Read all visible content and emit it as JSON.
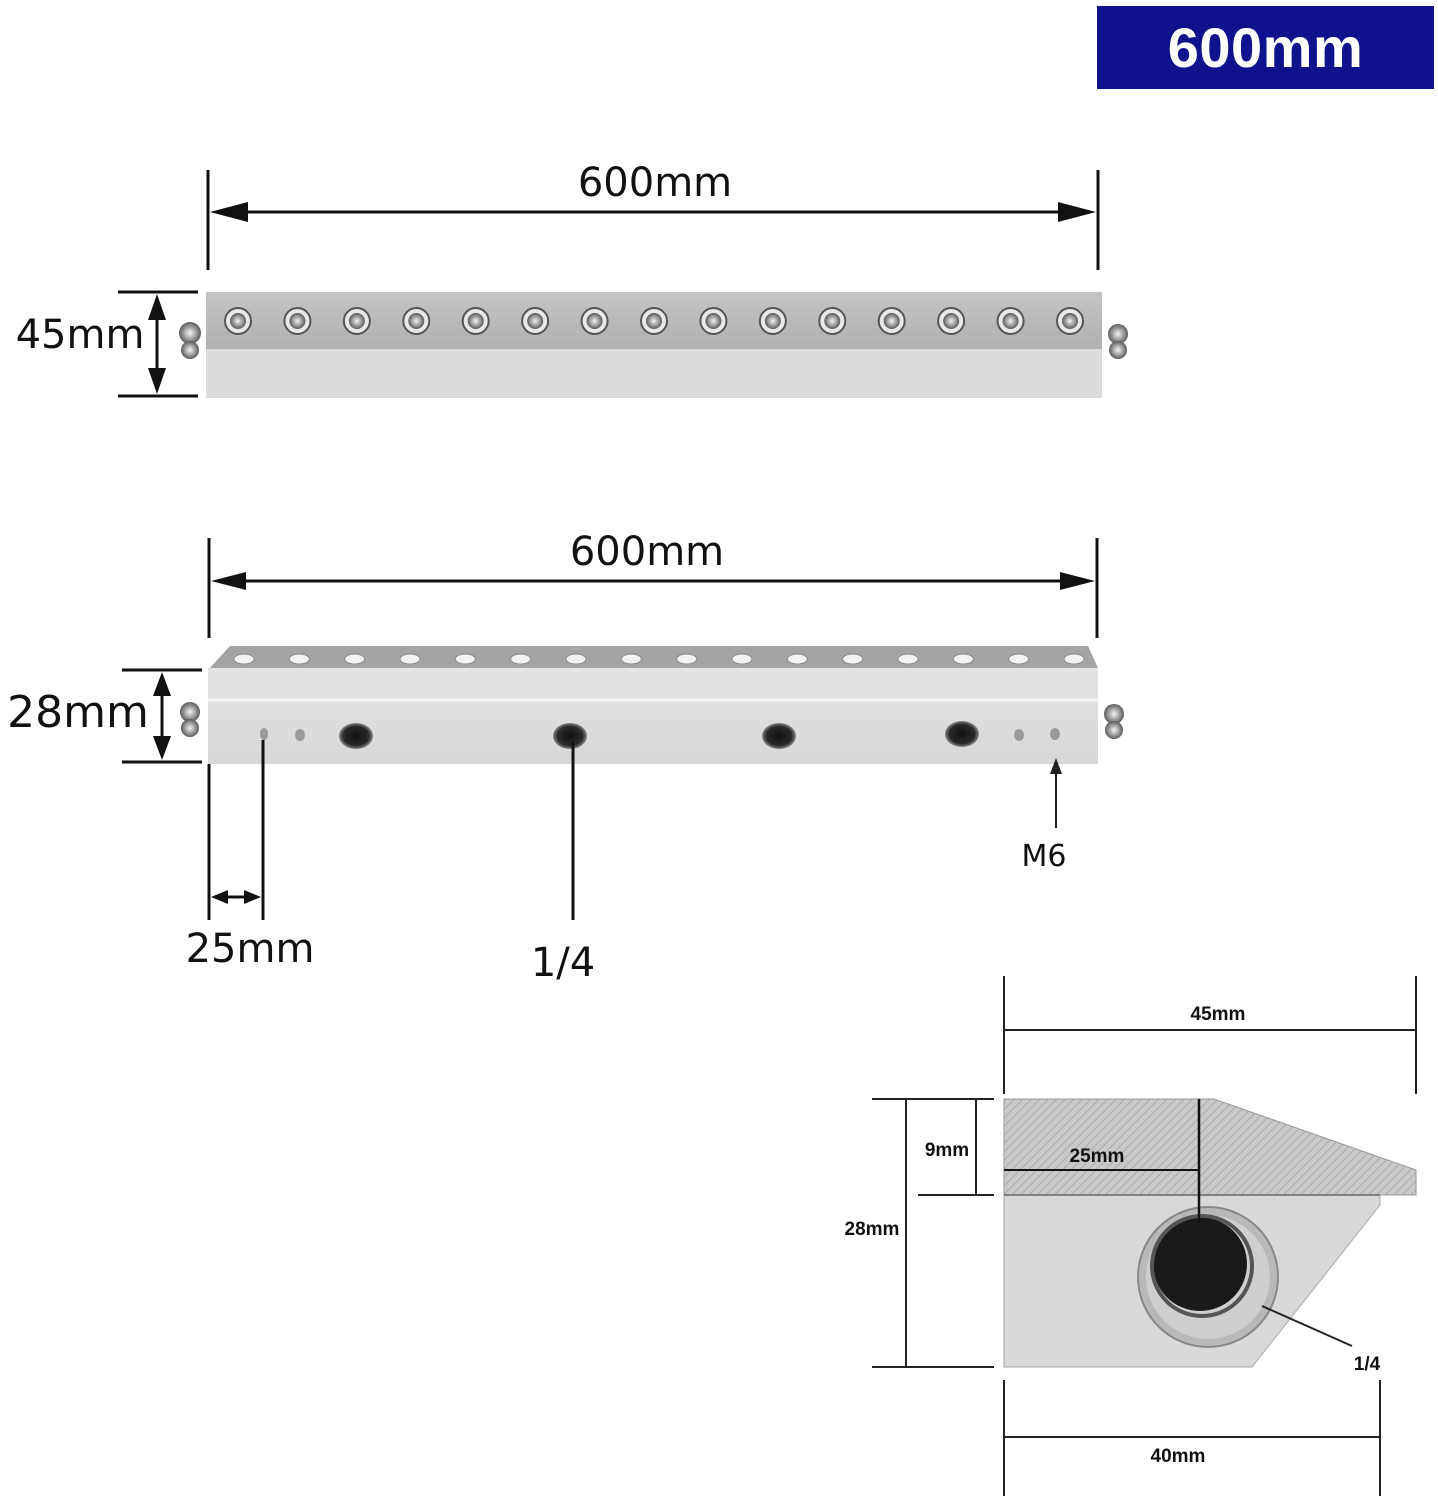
{
  "badge": {
    "text": "600mm",
    "bg": "#0f128c",
    "fg": "#ffffff"
  },
  "top_view": {
    "length_label": "600mm",
    "width_label": "45mm",
    "hole_count": 15
  },
  "side_view": {
    "length_label": "600mm",
    "height_label": "28mm",
    "offset_label": "25mm",
    "thread_label": "1/4",
    "screw_label": "M6",
    "top_hole_count": 16
  },
  "cross_section": {
    "width_label": "45mm",
    "groove_label": "9mm",
    "height_label": "28mm",
    "center_label": "25mm",
    "thread_label": "1/4",
    "base_label": "40mm"
  }
}
